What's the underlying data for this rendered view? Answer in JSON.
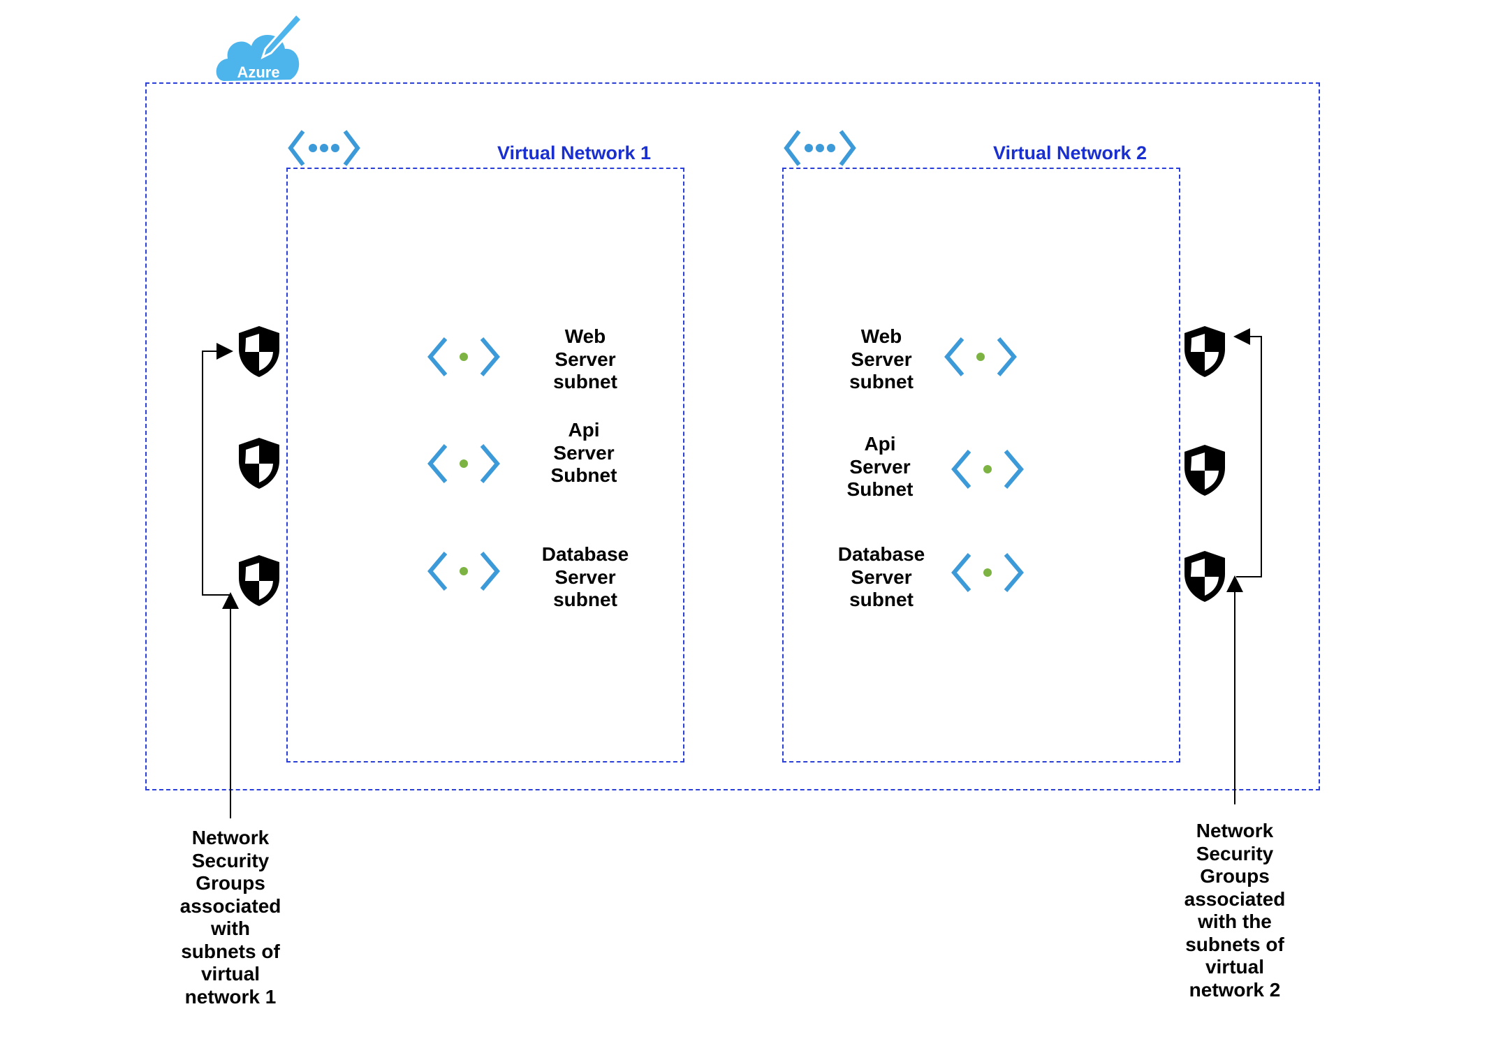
{
  "cloud": {
    "label": "Azure",
    "icon": "azure-cloud-pencil-icon",
    "color": "#4db5ec"
  },
  "colors": {
    "border": "#2a3fd8",
    "title": "#1a2fd0",
    "icon_blue": "#3c9ad8",
    "dot_green": "#7cb342",
    "shield": "#000000"
  },
  "vnets": [
    {
      "title": "Virtual Network 1",
      "icon": "virtual-network-icon",
      "subnets": [
        {
          "label": "Web\nServer\nsubnet",
          "icon": "subnet-icon"
        },
        {
          "label": "Api\nServer\nSubnet",
          "icon": "subnet-icon"
        },
        {
          "label": "Database\nServer\nsubnet",
          "icon": "subnet-icon"
        }
      ]
    },
    {
      "title": "Virtual Network 2",
      "icon": "virtual-network-icon",
      "subnets": [
        {
          "label": "Web\nServer\nsubnet",
          "icon": "subnet-icon"
        },
        {
          "label": "Api\nServer\nSubnet",
          "icon": "subnet-icon"
        },
        {
          "label": "Database\nServer\nsubnet",
          "icon": "subnet-icon"
        }
      ]
    }
  ],
  "nsg_notes": [
    "Network\nSecurity\nGroups\nassociated\nwith\nsubnets of\nvirtual\nnetwork 1",
    "Network\nSecurity\nGroups\nassociated\nwith the\nsubnets of\nvirtual\nnetwork 2"
  ]
}
